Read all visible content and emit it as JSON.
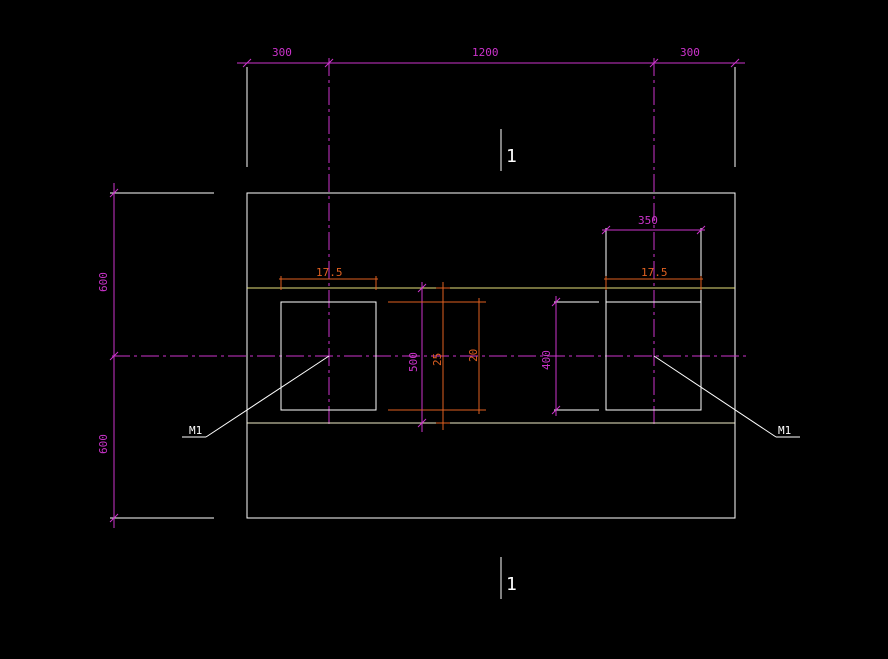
{
  "colors": {
    "background": "#000000",
    "outline": "#ffffff",
    "dimension": "#cc33cc",
    "detail_dimension": "#e06020",
    "beam_edge": "#e6e07a"
  },
  "dimensions": {
    "top_left": "300",
    "top_middle": "1200",
    "top_right": "300",
    "left_upper": "600",
    "left_lower": "600",
    "right_width": "350",
    "left_cover": "17.5",
    "right_cover": "17.5",
    "middle_500": "500",
    "middle_25": "25",
    "middle_20": "20",
    "right_400": "400"
  },
  "section_marks": {
    "top": "1",
    "bottom": "1"
  },
  "labels": {
    "left_marker": "M1",
    "right_marker": "M1"
  }
}
